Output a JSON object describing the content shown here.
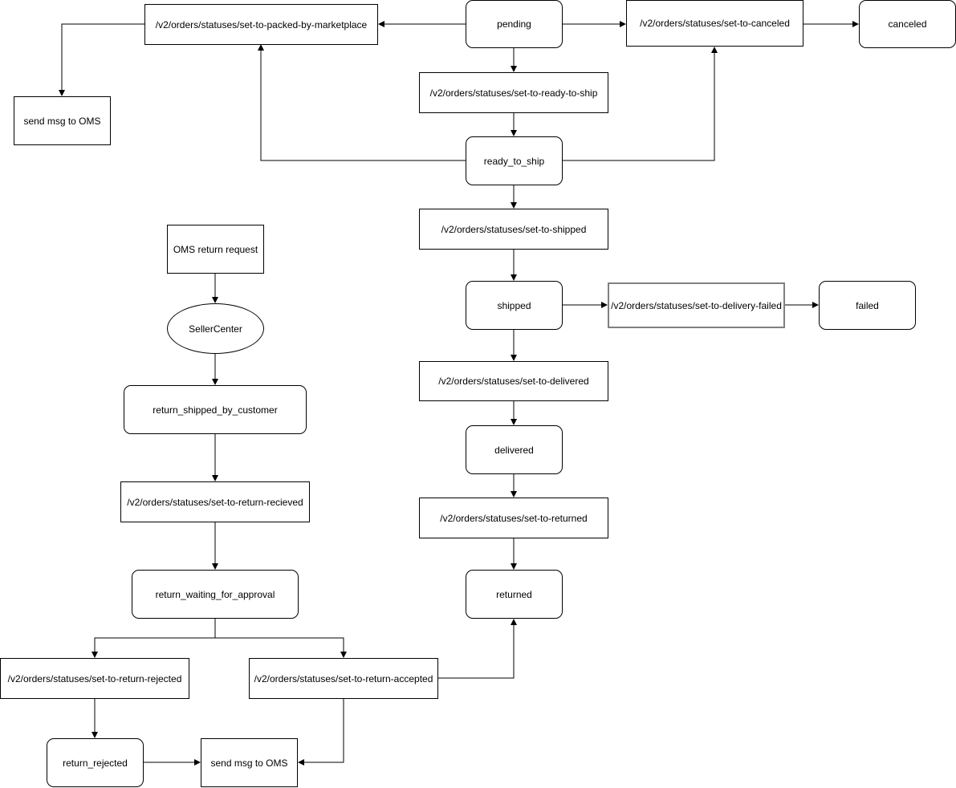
{
  "nodes": {
    "pending": "pending",
    "canceled": "canceled",
    "set_to_packed": "/v2/orders/statuses/set-to-packed-by-marketplace",
    "set_to_canceled": "/v2/orders/statuses/set-to-canceled",
    "send_msg_top": "send msg to OMS",
    "set_to_ready": "/v2/orders/statuses/set-to-ready-to-ship",
    "ready_to_ship": "ready_to_ship",
    "set_to_shipped": "/v2/orders/statuses/set-to-shipped",
    "shipped": "shipped",
    "set_to_delivery_failed": "/v2/orders/statuses/set-to-delivery-failed",
    "failed": "failed",
    "set_to_delivered": "/v2/orders/statuses/set-to-delivered",
    "delivered": "delivered",
    "set_to_returned": "/v2/orders/statuses/set-to-returned",
    "returned": "returned",
    "oms_return_request": "OMS return request",
    "seller_center": "SellerCenter",
    "return_shipped": "return_shipped_by_customer",
    "set_to_return_received": "/v2/orders/statuses/set-to-return-recieved",
    "return_waiting": "return_waiting_for_approval",
    "set_to_return_rejected": "/v2/orders/statuses/set-to-return-rejected",
    "set_to_return_accepted": "/v2/orders/statuses/set-to-return-accepted",
    "return_rejected": "return_rejected",
    "send_msg_bottom": "send msg to OMS"
  },
  "colors": {
    "stroke": "#000000",
    "fill": "#ffffff",
    "highlight_border": "#808080"
  }
}
